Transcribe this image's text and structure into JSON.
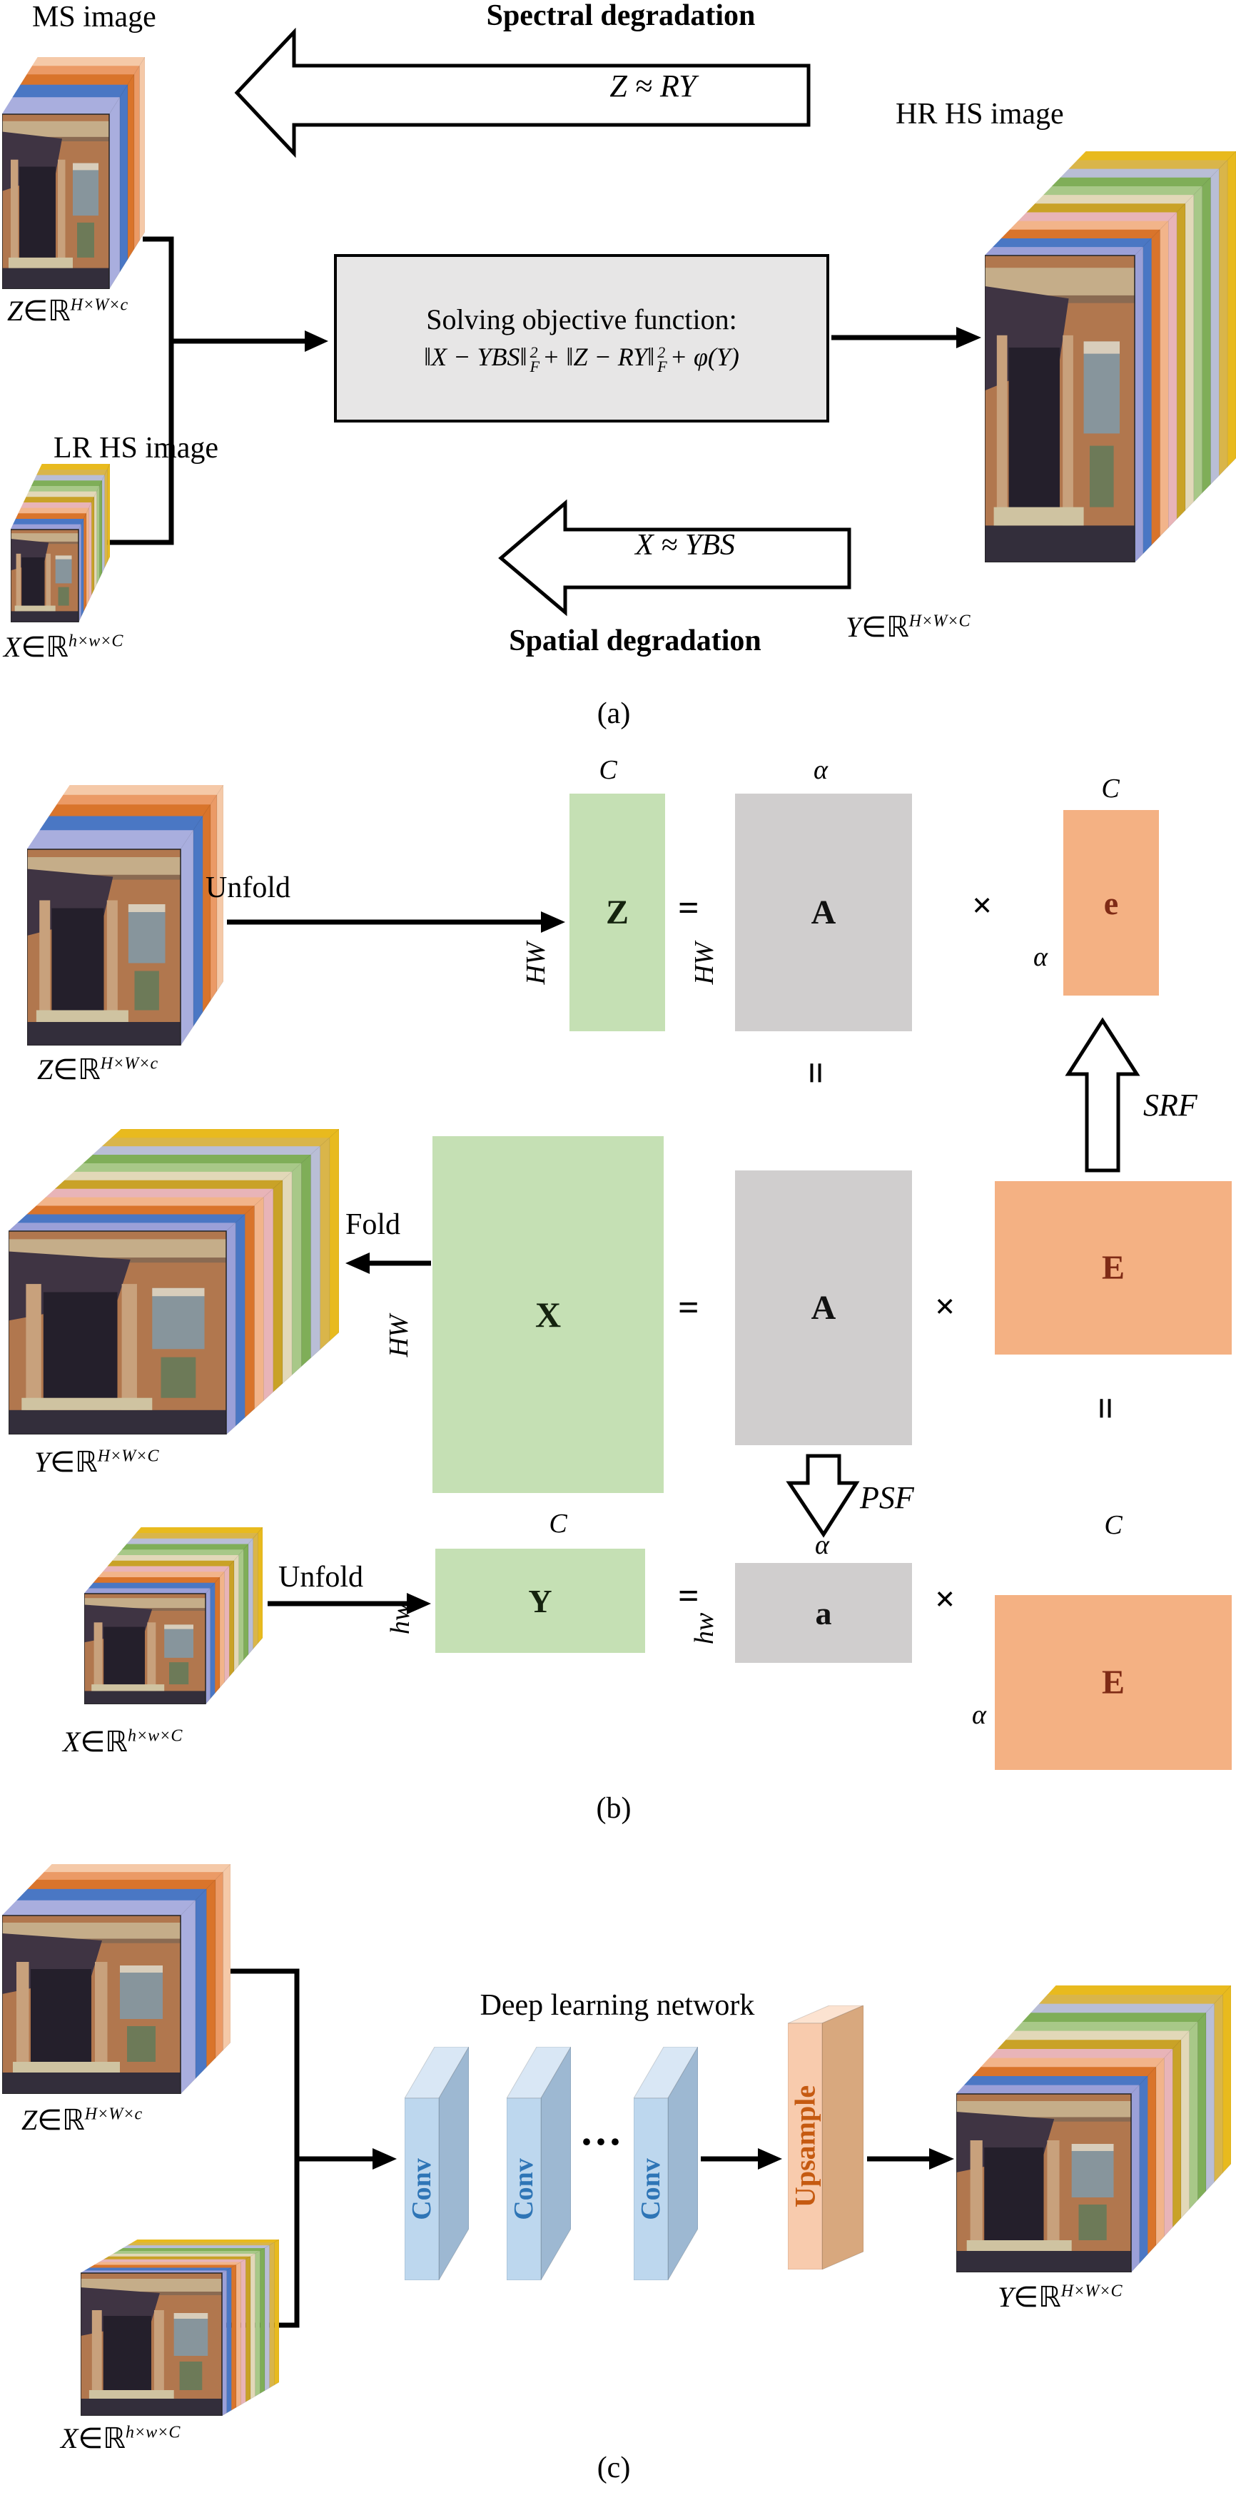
{
  "colors": {
    "matrix_green": "#c5e0b4",
    "matrix_gray": "#d0cece",
    "matrix_orange": "#f4b183",
    "objective_box_bg": "#e7e6e6",
    "conv_front": "#bdd7ee",
    "conv_side": "#9db8d2",
    "conv_top": "#d9e7f5",
    "conv_text": "#2e75b6",
    "upsample_front": "#f8cbad",
    "upsample_side": "#d8a87e",
    "upsample_top": "#fce3d1",
    "upsample_text": "#c55a11"
  },
  "bands": {
    "ms": [
      "#a9aede",
      "#4a77c4",
      "#d9742b",
      "#eb9a66",
      "#f5c9a8"
    ],
    "hs": [
      "#9ba0d8",
      "#4a77c4",
      "#d9742b",
      "#f2b48a",
      "#e8b4b8",
      "#c9a227",
      "#e2d8b8",
      "#a8c888",
      "#7fae58",
      "#b9bed6",
      "#d9b54a",
      "#e8ba1e"
    ]
  },
  "math": {
    "in": "∈",
    "set": "ℝ",
    "Z": {
      "var": "Z",
      "sup": "H×W×c"
    },
    "Y": {
      "var": "Y",
      "sup": "H×W×C"
    },
    "X": {
      "var": "X",
      "sup": "h×w×C"
    }
  },
  "section_a": {
    "ms_title": "MS image",
    "hr_title": "HR HS image",
    "lr_title": "LR HS image",
    "spectral": {
      "title": "Spectral degradation",
      "formula": "Z ≈ RY"
    },
    "spatial": {
      "title": "Spatial degradation",
      "formula": "X ≈ YBS"
    },
    "objective": {
      "intro": "Solving objective function:",
      "f1": "‖X − YBS‖",
      "f2": "+ ‖Z − RY‖",
      "f3": "+ φ(Y)",
      "sup": "2",
      "sub": "F"
    },
    "caption": "(a)"
  },
  "section_b": {
    "unfold": "Unfold",
    "fold": "Fold",
    "srf": "SRF",
    "psf": "PSF",
    "matrices": {
      "Z": "Z",
      "A": "A",
      "e": "e",
      "X": "X",
      "E": "E",
      "Y": "Y",
      "a": "a"
    },
    "dims": {
      "C": "C",
      "alpha": "α",
      "HW": "HW",
      "hw": "hw"
    },
    "ops": {
      "eq": "=",
      "times": "×",
      "equiv": "="
    },
    "caption": "(b)"
  },
  "section_c": {
    "title": "Deep learning network",
    "conv": "Conv",
    "upsample": "Upsample",
    "dots": "···",
    "caption": "(c)"
  }
}
